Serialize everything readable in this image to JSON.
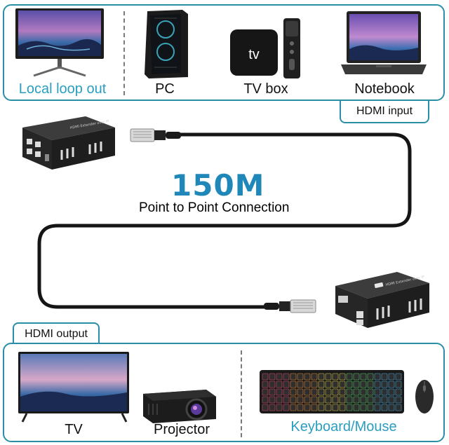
{
  "sources": {
    "items": [
      {
        "label": "Local loop out"
      },
      {
        "label": "PC"
      },
      {
        "label": "TV box"
      },
      {
        "label": "Notebook"
      }
    ],
    "tag": "HDMI input"
  },
  "connection": {
    "distance": "150M",
    "description": "Point to Point Connection"
  },
  "outputs": {
    "tag": "HDMI output",
    "items": [
      {
        "label": "TV"
      },
      {
        "label": "Projector"
      },
      {
        "label": "Keyboard/Mouse"
      }
    ]
  },
  "devices": {
    "tv_box_logo": "tv",
    "extender_label": "HDMI Extender over IP"
  },
  "colors": {
    "accent": "#2a8ea6",
    "headline": "#1f88b8",
    "teal_label": "#2a9ec0",
    "cable": "#151515"
  }
}
